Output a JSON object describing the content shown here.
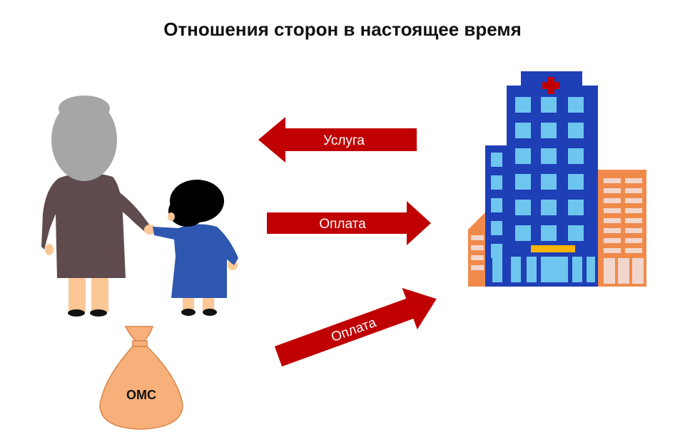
{
  "title": "Отношения сторон в настоящее время",
  "arrows": {
    "service": "Услуга",
    "payment_patient": "Оплата",
    "payment_fund": "Оплата"
  },
  "bag_label": "ОМС",
  "colors": {
    "arrow": "#c00000",
    "hospital_blue": "#1f3fb7",
    "window_blue": "#6ec5ee",
    "side_orange": "#f08a4b",
    "bag": "#f8b07a",
    "grandma_coat": "#5f4b4e",
    "grandma_hair": "#a6a6a6",
    "child_coat": "#2f57b0",
    "skin": "#fbc795"
  }
}
